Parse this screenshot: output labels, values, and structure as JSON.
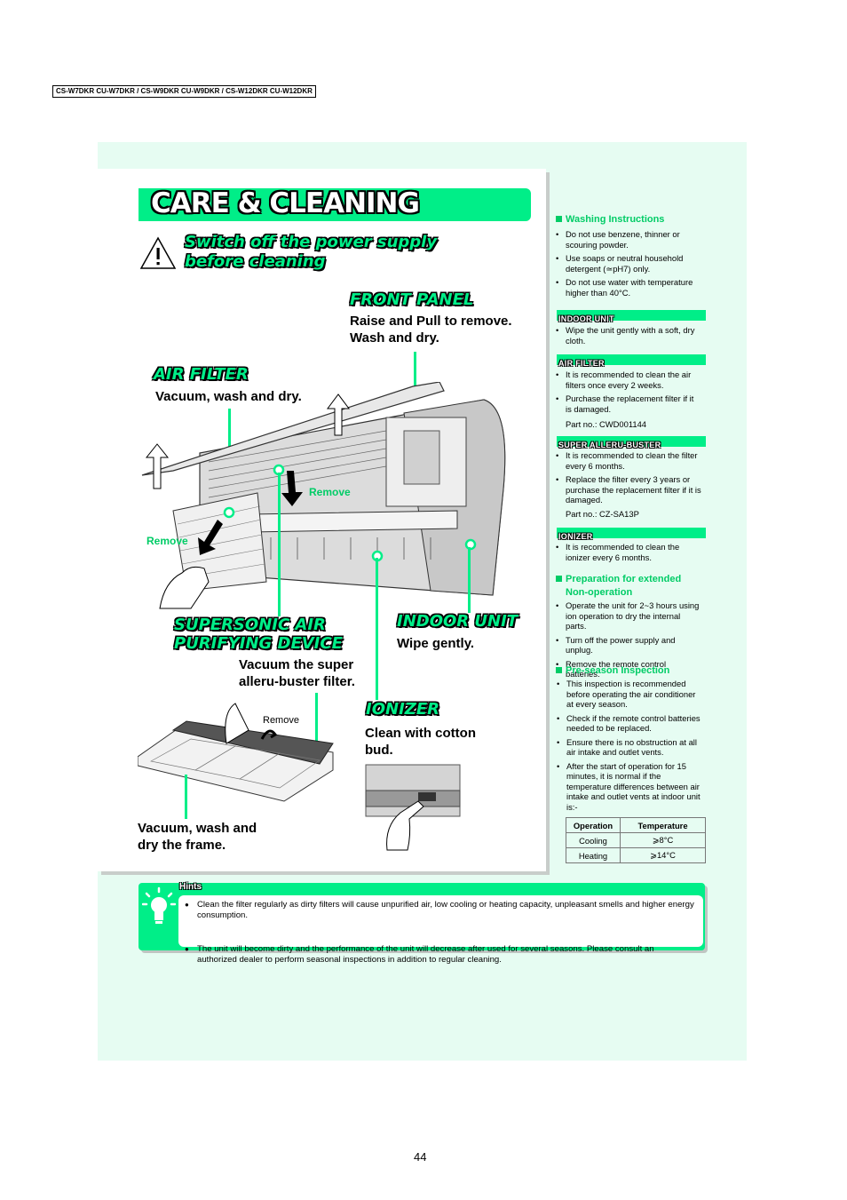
{
  "header": {
    "model": "CS-W7DKR CU-W7DKR / CS-W9DKR CU-W9DKR / CS-W12DKR CU-W12DKR"
  },
  "title": "CARE & CLEANING",
  "warning": {
    "line1": "Switch off the power supply",
    "line2": "before cleaning"
  },
  "front_panel": {
    "title": "FRONT PANEL",
    "line1": "Raise and Pull to remove.",
    "line2": "Wash and dry."
  },
  "air_filter": {
    "title": "AIR FILTER",
    "text": "Vacuum, wash and dry."
  },
  "remove_label": "Remove",
  "supersonic": {
    "title1": "SUPERSONIC AIR",
    "title2": "PURIFYING DEVICE",
    "line1": "Vacuum the super",
    "line2": "alleru-buster filter."
  },
  "indoor_unit": {
    "title": "INDOOR UNIT",
    "text": "Wipe gently."
  },
  "ionizer": {
    "title": "IONIZER",
    "line1": "Clean with cotton",
    "line2": "bud."
  },
  "frame": {
    "line1": "Vacuum, wash and",
    "line2": "dry the frame."
  },
  "right": {
    "washing": {
      "title": "Washing Instructions",
      "items": [
        "Do not use benzene, thinner or scouring powder.",
        "Use soaps or neutral household detergent (≃pH7) only.",
        "Do not use water with temperature higher than 40°C."
      ]
    },
    "indoor": {
      "title": "INDOOR UNIT",
      "items": [
        "Wipe the unit gently with a soft, dry cloth."
      ]
    },
    "filter": {
      "title": "AIR FILTER",
      "items": [
        "It is recommended to clean the air filters once every 2 weeks.",
        "Purchase the replacement filter if it is damaged."
      ],
      "part": "Part no.: CWD001144"
    },
    "alleru": {
      "title": "SUPER ALLERU-BUSTER",
      "items": [
        "It is recommended to clean the filter every 6 months.",
        "Replace the filter every 3 years or purchase the replacement filter if it is damaged."
      ],
      "part": "Part no.: CZ-SA13P"
    },
    "ionizer": {
      "title": "IONIZER",
      "items": [
        "It is recommended to clean the ionizer every 6 months."
      ]
    },
    "prep": {
      "title1": "Preparation for extended",
      "title2": "Non-operation",
      "items": [
        "Operate the unit for 2~3 hours using ion operation to dry the internal parts.",
        "Turn off the power supply and unplug.",
        "Remove the remote control batteries."
      ]
    },
    "preseason": {
      "title": "Pre-season Inspection",
      "items": [
        "This inspection is recommended before operating the air conditioner at every season.",
        "Check if the remote control batteries needed to be replaced.",
        "Ensure there is no obstruction at all air intake and outlet vents.",
        "After the start of operation for 15 minutes, it is normal if the temperature differences between air intake and outlet vents at indoor unit is:-"
      ]
    },
    "table": {
      "headers": [
        "Operation",
        "Temperature"
      ],
      "rows": [
        [
          "Cooling",
          "⩾8°C"
        ],
        [
          "Heating",
          "⩾14°C"
        ]
      ]
    }
  },
  "hints": {
    "title": "Hints",
    "items": [
      "Clean the filter regularly as dirty filters will cause unpurified air, low cooling or heating capacity, unpleasant smells and higher energy consumption.",
      "The unit will become dirty and the performance of the unit will decrease after used for several seasons. Please consult an authorized dealer to perform seasonal inspections in addition to regular cleaning."
    ]
  },
  "page_number": "44",
  "colors": {
    "accent": "#00ee88",
    "background": "#e6fcf2"
  }
}
